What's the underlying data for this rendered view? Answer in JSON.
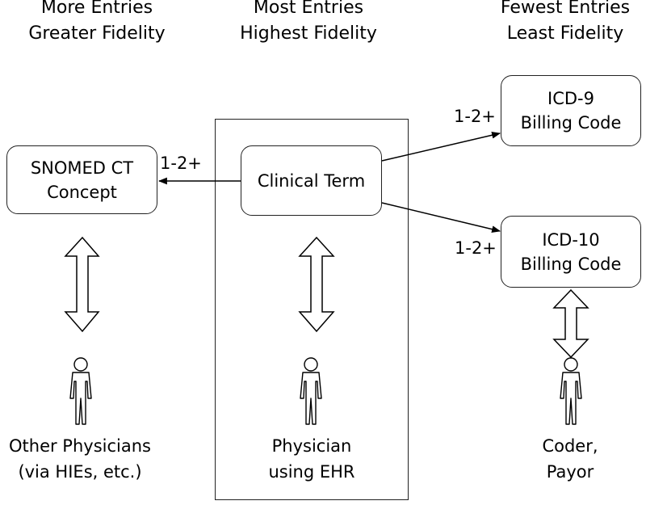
{
  "columns": {
    "left": {
      "line1": "More Entries",
      "line2": "Greater Fidelity"
    },
    "center": {
      "line1": "Most Entries",
      "line2": "Highest Fidelity"
    },
    "right": {
      "line1": "Fewest Entries",
      "line2": "Least Fidelity"
    }
  },
  "nodes": {
    "snomed": {
      "line1": "SNOMED CT",
      "line2": "Concept"
    },
    "clinical": {
      "line1": "Clinical Term"
    },
    "icd9": {
      "line1": "ICD-9",
      "line2": "Billing Code"
    },
    "icd10": {
      "line1": "ICD-10",
      "line2": "Billing Code"
    }
  },
  "edges": {
    "to_snomed": "1-2+",
    "to_icd9": "1-2+",
    "to_icd10": "1-2+"
  },
  "actors": {
    "left": {
      "line1": "Other Physicians",
      "line2": "(via HIEs, etc.)"
    },
    "center": {
      "line1": "Physician",
      "line2": "using EHR"
    },
    "right": {
      "line1": "Coder,",
      "line2": "Payor"
    }
  }
}
